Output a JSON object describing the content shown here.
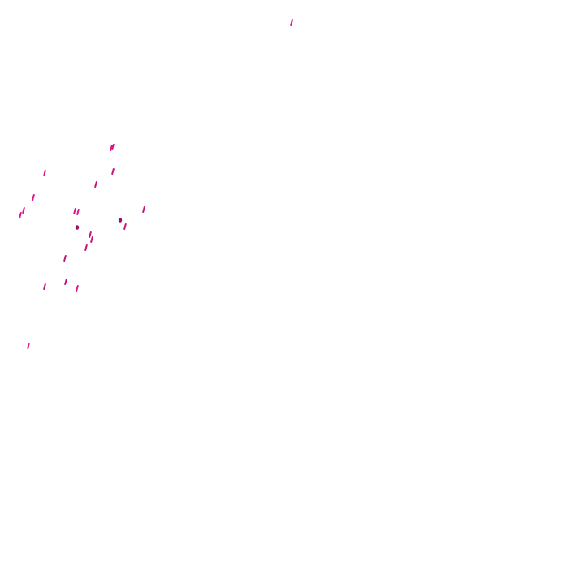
{
  "background_color": "#ffffff",
  "mark_colors": [
    "#e0138c",
    "#c4137a",
    "#9c0f5f"
  ],
  "marks": [
    {
      "kind": "tick",
      "color_index": 0
    },
    {
      "kind": "tick",
      "color_index": 0
    },
    {
      "kind": "tick",
      "color_index": 0
    },
    {
      "kind": "tick",
      "color_index": 1
    },
    {
      "kind": "tick",
      "color_index": 0
    },
    {
      "kind": "tick",
      "color_index": 1
    },
    {
      "kind": "tick",
      "color_index": 0
    },
    {
      "kind": "tick",
      "color_index": 0
    },
    {
      "kind": "tick",
      "color_index": 0
    },
    {
      "kind": "tick",
      "color_index": 0
    },
    {
      "kind": "tick",
      "color_index": 0
    },
    {
      "kind": "dot",
      "color_index": 2
    },
    {
      "kind": "tick",
      "color_index": 1
    },
    {
      "kind": "dot",
      "color_index": 2
    },
    {
      "kind": "tick",
      "color_index": 1
    },
    {
      "kind": "tick",
      "color_index": 1
    },
    {
      "kind": "tick",
      "color_index": 1
    },
    {
      "kind": "tick",
      "color_index": 1
    },
    {
      "kind": "tick",
      "color_index": 1
    },
    {
      "kind": "tick",
      "color_index": 1
    },
    {
      "kind": "tick",
      "color_index": 1
    },
    {
      "kind": "tick",
      "color_index": 0
    },
    {
      "kind": "tick",
      "color_index": 0
    }
  ]
}
